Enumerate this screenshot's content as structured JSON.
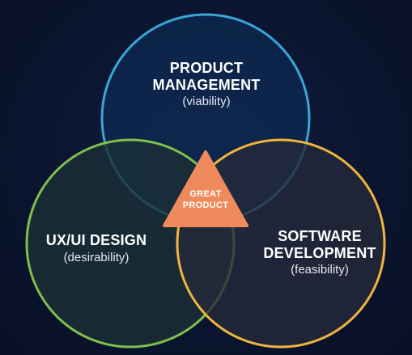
{
  "circles": [
    {
      "id": "product",
      "title_lines": [
        "PRODUCT",
        "MANAGEMENT"
      ],
      "subtitle": "(viability)",
      "stroke": "#3aa6d8",
      "fill": "#0e2a52"
    },
    {
      "id": "ux",
      "title_lines": [
        "UX/UI DESIGN"
      ],
      "subtitle": "(desirability)",
      "stroke": "#7fbf4d",
      "fill": "#1c3036"
    },
    {
      "id": "software",
      "title_lines": [
        "SOFTWARE",
        "DEVELOPMENT"
      ],
      "subtitle": "(feasibility)",
      "stroke": "#f0b53c",
      "fill": "#262a34"
    }
  ],
  "center": {
    "lines": [
      "GREAT",
      "PRODUCT"
    ],
    "color": "#ef8a5c"
  },
  "background": "#0b1530"
}
